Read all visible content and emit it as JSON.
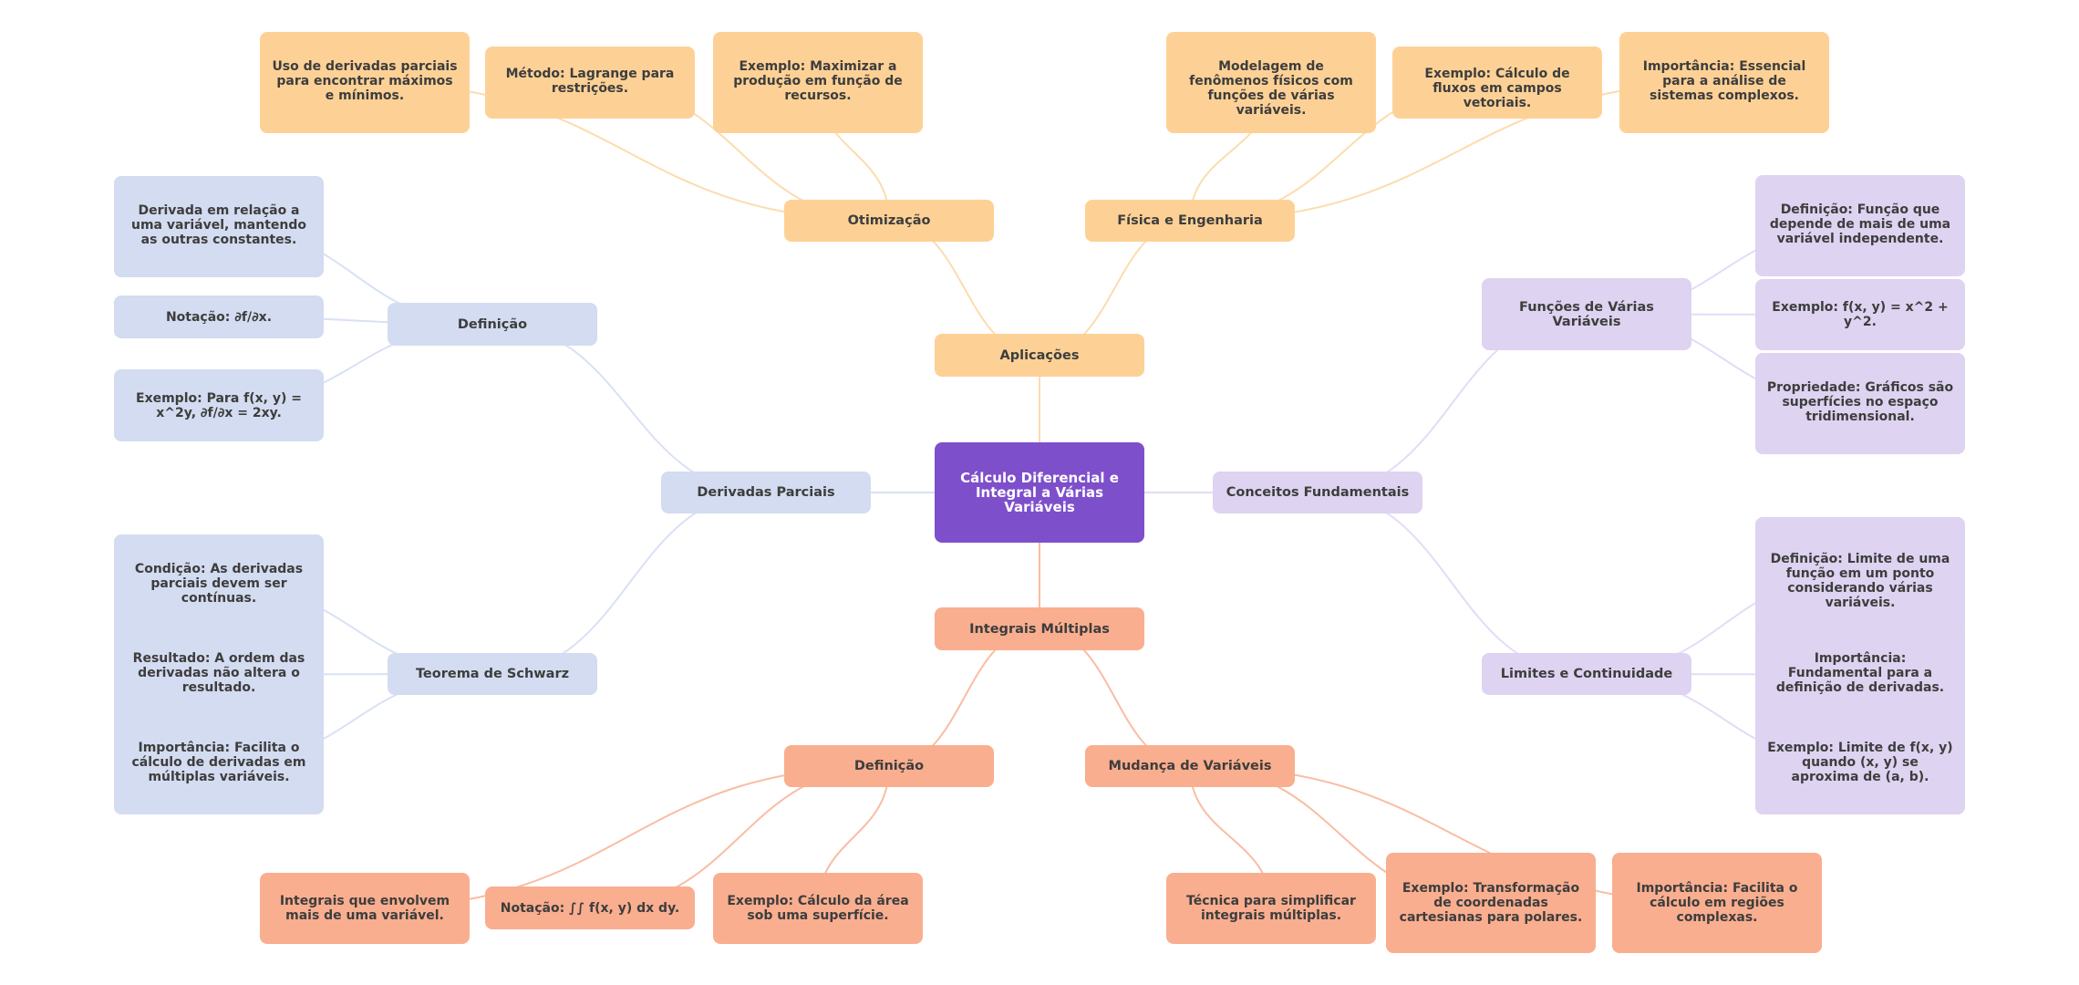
{
  "title": "Cálculo Diferencial e Integral a Várias Variáveis",
  "colors": {
    "root": "#7e4fcb",
    "aplicacoes": "#fdd196",
    "derivadas": "#d3dcf0",
    "conceitos": "#ded3f0",
    "integrais": "#f9ae8f"
  },
  "nodes": {
    "root": "Cálculo Diferencial e Integral a Várias Variáveis",
    "aplicacoes": "Aplicações",
    "otimizacao": "Otimização",
    "otim_uso": "Uso de derivadas parciais para encontrar máximos e mínimos.",
    "otim_metodo": "Método: Lagrange para restrições.",
    "otim_exemplo": "Exemplo: Maximizar a produção em função de recursos.",
    "fisica": "Física e Engenharia",
    "fis_modelagem": "Modelagem de fenômenos físicos com funções de várias variáveis.",
    "fis_exemplo": "Exemplo: Cálculo de fluxos em campos vetoriais.",
    "fis_importancia": "Importância: Essencial para a análise de sistemas complexos.",
    "derivadas": "Derivadas Parciais",
    "der_definicao": "Definição",
    "der_def_texto": "Derivada em relação a uma variável, mantendo as outras constantes.",
    "der_def_notacao": "Notação: ∂f/∂x.",
    "der_def_exemplo": "Exemplo: Para f(x, y) = x^2y, ∂f/∂x = 2xy.",
    "schwarz": "Teorema de Schwarz",
    "sch_condicao": "Condição: As derivadas parciais devem ser contínuas.",
    "sch_resultado": "Resultado: A ordem das derivadas não altera o resultado.",
    "sch_importancia": "Importância: Facilita o cálculo de derivadas em múltiplas variáveis.",
    "conceitos": "Conceitos Fundamentais",
    "funcoes": "Funções de Várias Variáveis",
    "fun_definicao": "Definição: Função que depende de mais de uma variável independente.",
    "fun_exemplo": "Exemplo: f(x, y) = x^2 + y^2.",
    "fun_propriedade": "Propriedade: Gráficos são superfícies no espaço tridimensional.",
    "limites": "Limites e Continuidade",
    "lim_definicao": "Definição: Limite de uma função em um ponto considerando várias variáveis.",
    "lim_importancia": "Importância: Fundamental para a definição de derivadas.",
    "lim_exemplo": "Exemplo: Limite de f(x, y) quando (x, y) se aproxima de (a, b).",
    "integrais": "Integrais Múltiplas",
    "int_definicao": "Definição",
    "int_def_texto": "Integrais que envolvem mais de uma variável.",
    "int_def_notacao": "Notação: ∫∫ f(x, y) dx dy.",
    "int_def_exemplo": "Exemplo: Cálculo da área sob uma superfície.",
    "mudanca": "Mudança de Variáveis",
    "mud_tecnica": "Técnica para simplificar integrais múltiplas.",
    "mud_exemplo": "Exemplo: Transformação de coordenadas cartesianas para polares.",
    "mud_importancia": "Importância: Facilita o cálculo em regiões complexas."
  },
  "edges": [
    [
      "root",
      "aplicacoes"
    ],
    [
      "root",
      "derivadas"
    ],
    [
      "root",
      "conceitos"
    ],
    [
      "root",
      "integrais"
    ],
    [
      "aplicacoes",
      "otimizacao"
    ],
    [
      "aplicacoes",
      "fisica"
    ],
    [
      "otimizacao",
      "otim_uso"
    ],
    [
      "otimizacao",
      "otim_metodo"
    ],
    [
      "otimizacao",
      "otim_exemplo"
    ],
    [
      "fisica",
      "fis_modelagem"
    ],
    [
      "fisica",
      "fis_exemplo"
    ],
    [
      "fisica",
      "fis_importancia"
    ],
    [
      "derivadas",
      "der_definicao"
    ],
    [
      "derivadas",
      "schwarz"
    ],
    [
      "der_definicao",
      "der_def_texto"
    ],
    [
      "der_definicao",
      "der_def_notacao"
    ],
    [
      "der_definicao",
      "der_def_exemplo"
    ],
    [
      "schwarz",
      "sch_condicao"
    ],
    [
      "schwarz",
      "sch_resultado"
    ],
    [
      "schwarz",
      "sch_importancia"
    ],
    [
      "conceitos",
      "funcoes"
    ],
    [
      "conceitos",
      "limites"
    ],
    [
      "funcoes",
      "fun_definicao"
    ],
    [
      "funcoes",
      "fun_exemplo"
    ],
    [
      "funcoes",
      "fun_propriedade"
    ],
    [
      "limites",
      "lim_definicao"
    ],
    [
      "limites",
      "lim_importancia"
    ],
    [
      "limites",
      "lim_exemplo"
    ],
    [
      "integrais",
      "int_definicao"
    ],
    [
      "integrais",
      "mudanca"
    ],
    [
      "int_definicao",
      "int_def_texto"
    ],
    [
      "int_definicao",
      "int_def_notacao"
    ],
    [
      "int_definicao",
      "int_def_exemplo"
    ],
    [
      "mudanca",
      "mud_tecnica"
    ],
    [
      "mudanca",
      "mud_exemplo"
    ],
    [
      "mudanca",
      "mud_importancia"
    ]
  ]
}
